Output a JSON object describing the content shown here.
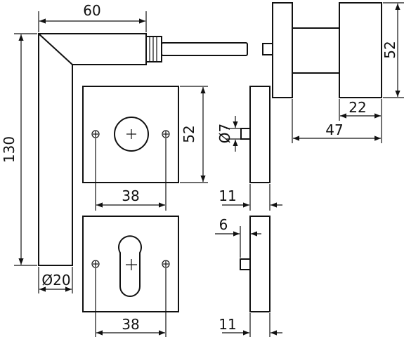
{
  "dimensions": {
    "lever_width": "60",
    "lever_height": "130",
    "lever_diameter": "Ø20",
    "knob_height": "52",
    "knob_depth": "22",
    "knob_projection": "47",
    "rose_size": "52",
    "rose_hole_spacing_top": "38",
    "rose_hole_spacing_bottom": "38",
    "spindle_diameter": "Ø7",
    "rose_thickness_top": "11",
    "rose_thickness_bottom": "11",
    "cylinder_offset": "6"
  }
}
